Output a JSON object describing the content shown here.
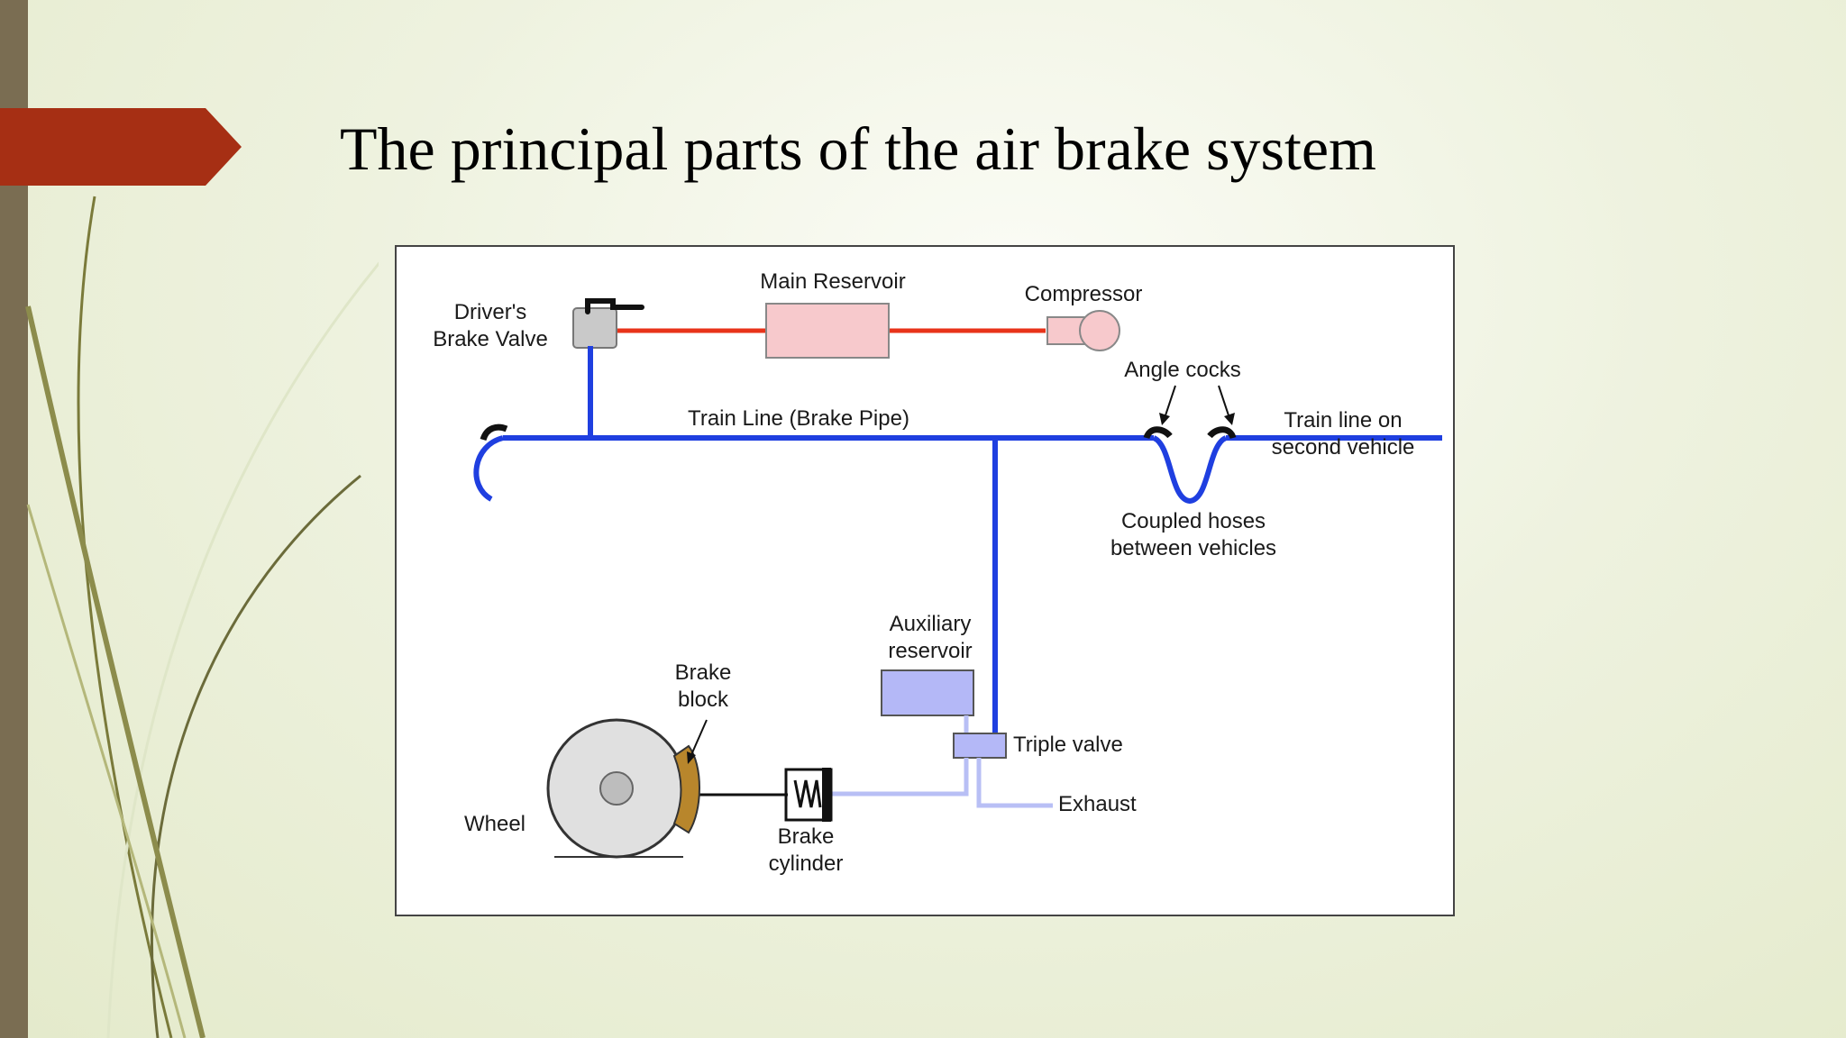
{
  "slide": {
    "title": "The principal parts of the air brake system"
  },
  "theme": {
    "sidebar_color": "#7a6d52",
    "arrow_color": "#a62f14",
    "air_pipe_color": "#1f3fe0",
    "main_reservoir_pipe_color": "#e8331a",
    "brake_pipe_light_color": "#b8bff5",
    "reservoir_fill": "#f7c9cc",
    "aux_reservoir_fill": "#b4b8f7",
    "brake_block_color": "#b8862c"
  },
  "diagram": {
    "labels": {
      "drivers_brake_valve_1": "Driver's",
      "drivers_brake_valve_2": "Brake Valve",
      "main_reservoir": "Main Reservoir",
      "compressor": "Compressor",
      "angle_cocks": "Angle cocks",
      "train_line": "Train Line (Brake Pipe)",
      "train_line_second_1": "Train line on",
      "train_line_second_2": "second vehicle",
      "coupled_hoses_1": "Coupled hoses",
      "coupled_hoses_2": "between vehicles",
      "auxiliary_reservoir_1": "Auxiliary",
      "auxiliary_reservoir_2": "reservoir",
      "brake_block_1": "Brake",
      "brake_block_2": "block",
      "triple_valve": "Triple valve",
      "exhaust": "Exhaust",
      "wheel": "Wheel",
      "brake_cylinder_1": "Brake",
      "brake_cylinder_2": "cylinder"
    }
  }
}
